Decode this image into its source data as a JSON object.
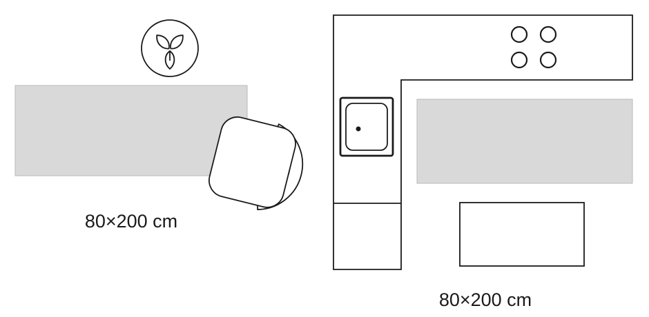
{
  "scenes": {
    "living": {
      "label": "80×200 cm",
      "elements": [
        "plant-icon",
        "runner-rug",
        "armchair"
      ]
    },
    "kitchen": {
      "label": "80×200 cm",
      "elements": [
        "kitchen-counter",
        "hob-burners",
        "sink",
        "runner-rug",
        "kitchen-table"
      ]
    }
  },
  "colors": {
    "rug_fill": "#d9d9d9",
    "outline": "#1a1a1a",
    "background": "#ffffff"
  }
}
